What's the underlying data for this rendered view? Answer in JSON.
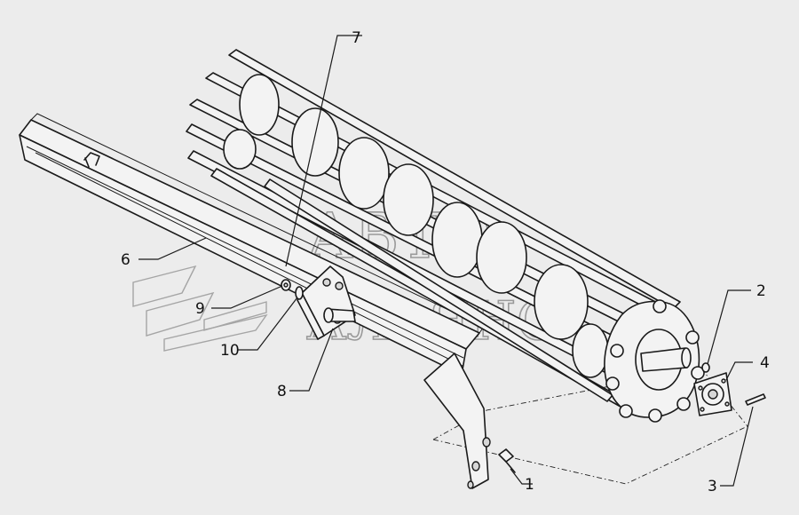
{
  "diagram": {
    "callouts": [
      {
        "id": "c1",
        "label": "1"
      },
      {
        "id": "c2",
        "label": "2"
      },
      {
        "id": "c3",
        "label": "3"
      },
      {
        "id": "c4",
        "label": "4"
      },
      {
        "id": "c6",
        "label": "6"
      },
      {
        "id": "c7",
        "label": "7"
      },
      {
        "id": "c8",
        "label": "8"
      },
      {
        "id": "c9",
        "label": "9"
      },
      {
        "id": "c10",
        "label": "10"
      }
    ]
  },
  "watermark": {
    "line1": "АВТО",
    "line2": "АЛЬЯНС"
  },
  "colors": {
    "background": "#ececec",
    "ink": "#1a1a1a",
    "watermark": "#9a9a9a"
  }
}
